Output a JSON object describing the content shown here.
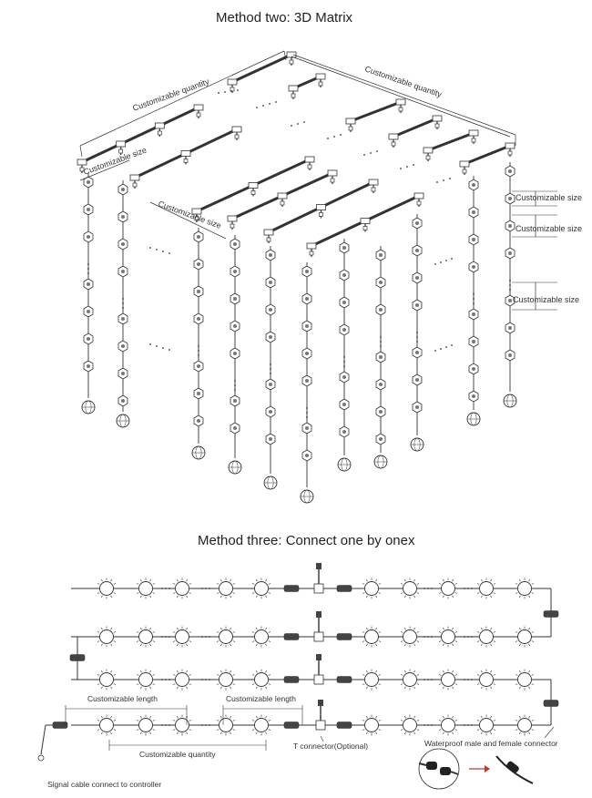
{
  "titles": {
    "method_two": "Method two: 3D Matrix",
    "method_three": "Method three: Connect one by onex"
  },
  "matrix_labels": {
    "quantity_left": "Customizable quantity",
    "quantity_right": "Customizable quantity",
    "size_top": "Customizable size",
    "size_mid": "Customizable size",
    "size_right_1": "Customizable size",
    "size_right_2": "Customizable size",
    "size_right_3": "Customizable size"
  },
  "chain_labels": {
    "length_1": "Customizable length",
    "length_2": "Customizable length",
    "quantity": "Customizable quantity",
    "t_connector": "T connector(Optional)",
    "waterproof": "Waterproof male and female connector",
    "signal": "Signal cable connect to controller"
  },
  "colors": {
    "line": "#333333",
    "arrow": "#c0392b"
  }
}
